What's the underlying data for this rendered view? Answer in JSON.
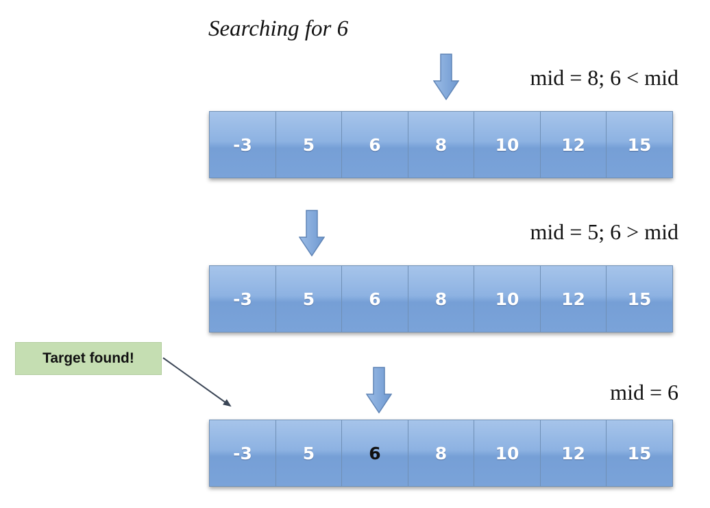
{
  "title": "Searching for 6",
  "steps": [
    {
      "label": "mid = 8; 6 < mid",
      "values": [
        "-3",
        "5",
        "6",
        "8",
        "10",
        "12",
        "15"
      ],
      "mid_index": 3
    },
    {
      "label": "mid = 5; 6 > mid",
      "values": [
        "-3",
        "5",
        "6",
        "8",
        "10",
        "12",
        "15"
      ],
      "mid_index": 1
    },
    {
      "label": "mid = 6",
      "values": [
        "-3",
        "5",
        "6",
        "8",
        "10",
        "12",
        "15"
      ],
      "mid_index": 2
    }
  ],
  "callout": {
    "text": "Target found!"
  },
  "colors": {
    "cell_fill": "#8db2e2",
    "cell_border": "#6f8fb5",
    "arrow_fill": "#7aa3d9",
    "callout_fill": "#c5deb2"
  }
}
